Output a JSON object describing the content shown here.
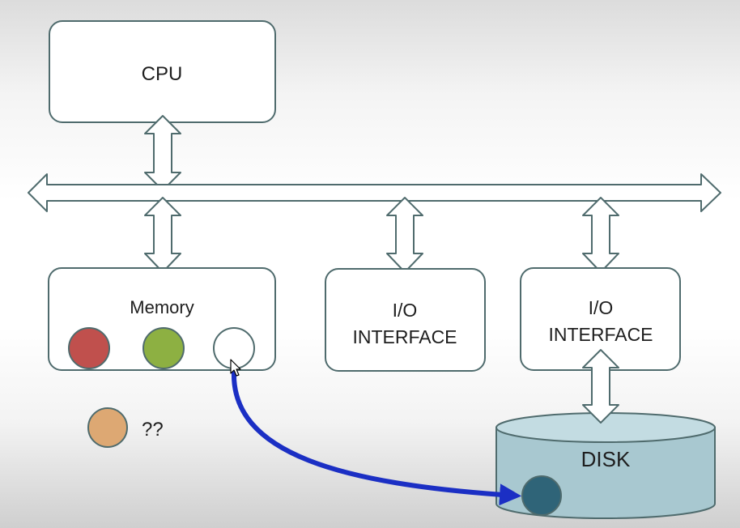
{
  "boxes": {
    "cpu": "CPU",
    "memory": "Memory",
    "io1_line1": "I/O",
    "io1_line2": "INTERFACE",
    "io2_line1": "I/O",
    "io2_line2": "INTERFACE",
    "disk": "DISK"
  },
  "annotations": {
    "unknown_page_label": "??"
  },
  "colors": {
    "box_stroke": "#4f6b6d",
    "page_red": "#c0504d",
    "page_green": "#8db042",
    "page_empty": "#ffffff",
    "page_unknown": "#dda873",
    "disk_fill": "#a8c8d0",
    "disk_page": "#2f6478",
    "swap_arrow": "#1b2fc4"
  }
}
